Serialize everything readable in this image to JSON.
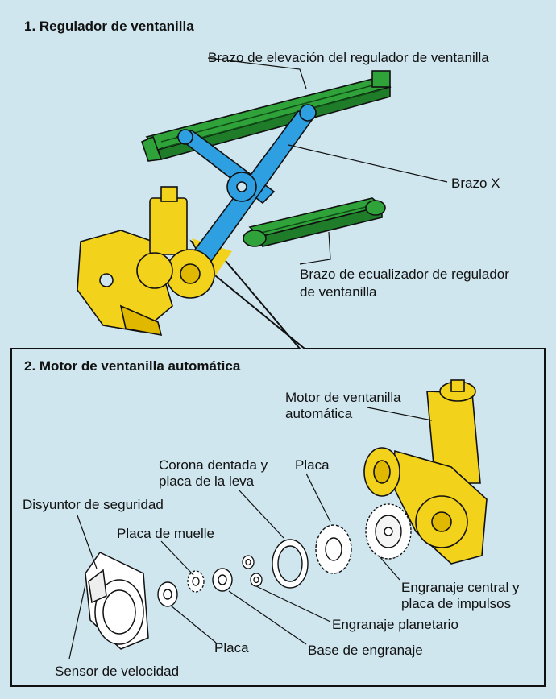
{
  "section1": {
    "title": "1. Regulador de ventanilla",
    "labels": {
      "lift_arm": "Brazo de elevación del regulador de ventanilla",
      "x_arm": "Brazo X",
      "equalizer_line1": "Brazo de ecualizador de regulador",
      "equalizer_line2": "de ventanilla"
    }
  },
  "section2": {
    "title": "2. Motor de ventanilla automática",
    "labels": {
      "motor_line1": "Motor de ventanilla",
      "motor_line2": "automática",
      "ring_line1": "Corona dentada y",
      "ring_line2": "placa de la leva",
      "plate_top": "Placa",
      "breaker": "Disyuntor de seguridad",
      "spring_plate": "Placa de muelle",
      "center_gear_line1": "Engranaje central y",
      "center_gear_line2": "placa de impulsos",
      "planetary": "Engranaje planetario",
      "plate_bottom": "Placa",
      "gear_base": "Base de engranaje",
      "speed_sensor": "Sensor de velocidad"
    }
  },
  "colors": {
    "background": "#cfe6ef",
    "green_arm": "#2fa23a",
    "blue_arm": "#2e9fe0",
    "yellow_motor": "#f2d21b",
    "outline": "#111111"
  }
}
